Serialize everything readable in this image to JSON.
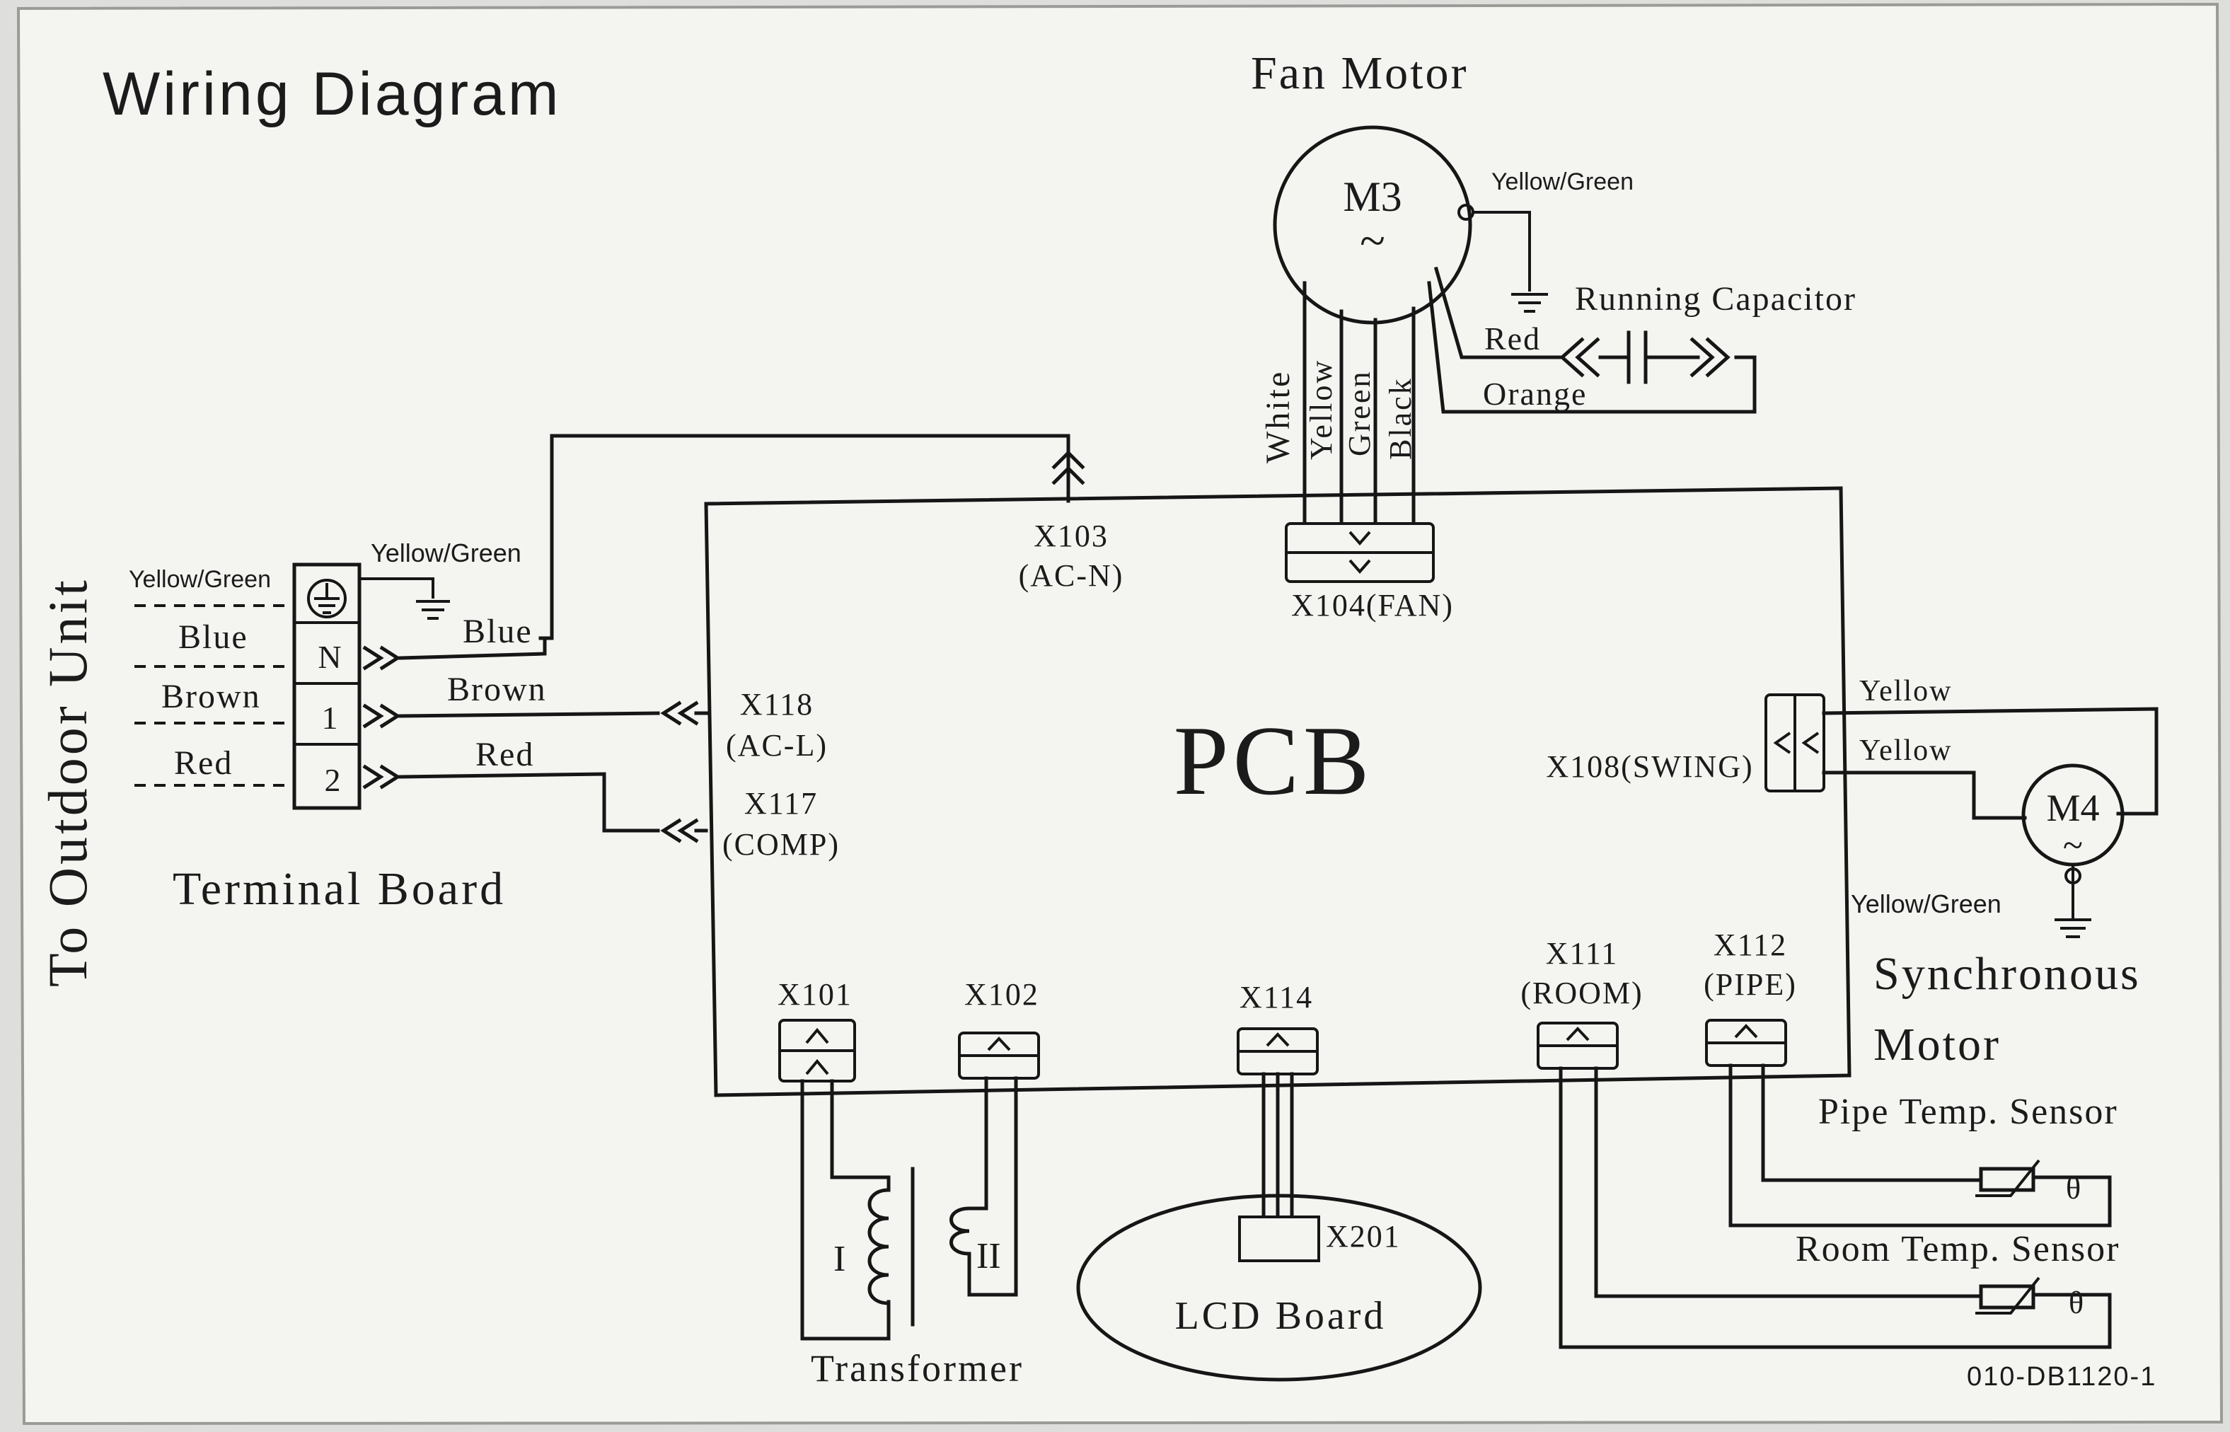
{
  "title": "Wiring Diagram",
  "side_label": "To Outdoor Unit",
  "pcb": {
    "label": "PCB",
    "connectors": {
      "x103": "X103",
      "x103_sub": "(AC-N)",
      "x104": "X104(FAN)",
      "x118": "X118",
      "x118_sub": "(AC-L)",
      "x117": "X117",
      "x117_sub": "(COMP)",
      "x108": "X108(SWING)",
      "x101": "X101",
      "x102": "X102",
      "x114": "X114",
      "x111": "X111",
      "x111_sub": "(ROOM)",
      "x112": "X112",
      "x112_sub": "(PIPE)"
    }
  },
  "fan_motor": {
    "title": "Fan Motor",
    "label": "M3",
    "symbol": "~",
    "ground_wire": "Yellow/Green",
    "wires": [
      "White",
      "Yellow",
      "Green",
      "Black"
    ],
    "red_wire": "Red",
    "orange_wire": "Orange",
    "capacitor": "Running Capacitor"
  },
  "terminal_board": {
    "title": "Terminal Board",
    "terminals": [
      "N",
      "1",
      "2"
    ],
    "ground_wire": "Yellow/Green",
    "incoming": [
      "Yellow/Green",
      "Blue",
      "Brown",
      "Red"
    ],
    "outgoing": [
      "Blue",
      "Brown",
      "Red"
    ]
  },
  "synchronous_motor": {
    "title_line1": "Synchronous",
    "title_line2": "Motor",
    "label": "M4",
    "symbol": "~",
    "wires": [
      "Yellow",
      "Yellow"
    ],
    "ground_wire": "Yellow/Green"
  },
  "transformer": {
    "title": "Transformer",
    "primary": "I",
    "secondary": "II"
  },
  "lcd_board": {
    "title": "LCD Board",
    "connector": "X201"
  },
  "sensors": {
    "pipe": "Pipe Temp. Sensor",
    "room": "Room Temp. Sensor",
    "symbol": "θ"
  },
  "part_number": "010-DB1120-1",
  "colors": {
    "paper": "#f4f4f1",
    "ink": "#161616",
    "background": "#dedfdc"
  }
}
